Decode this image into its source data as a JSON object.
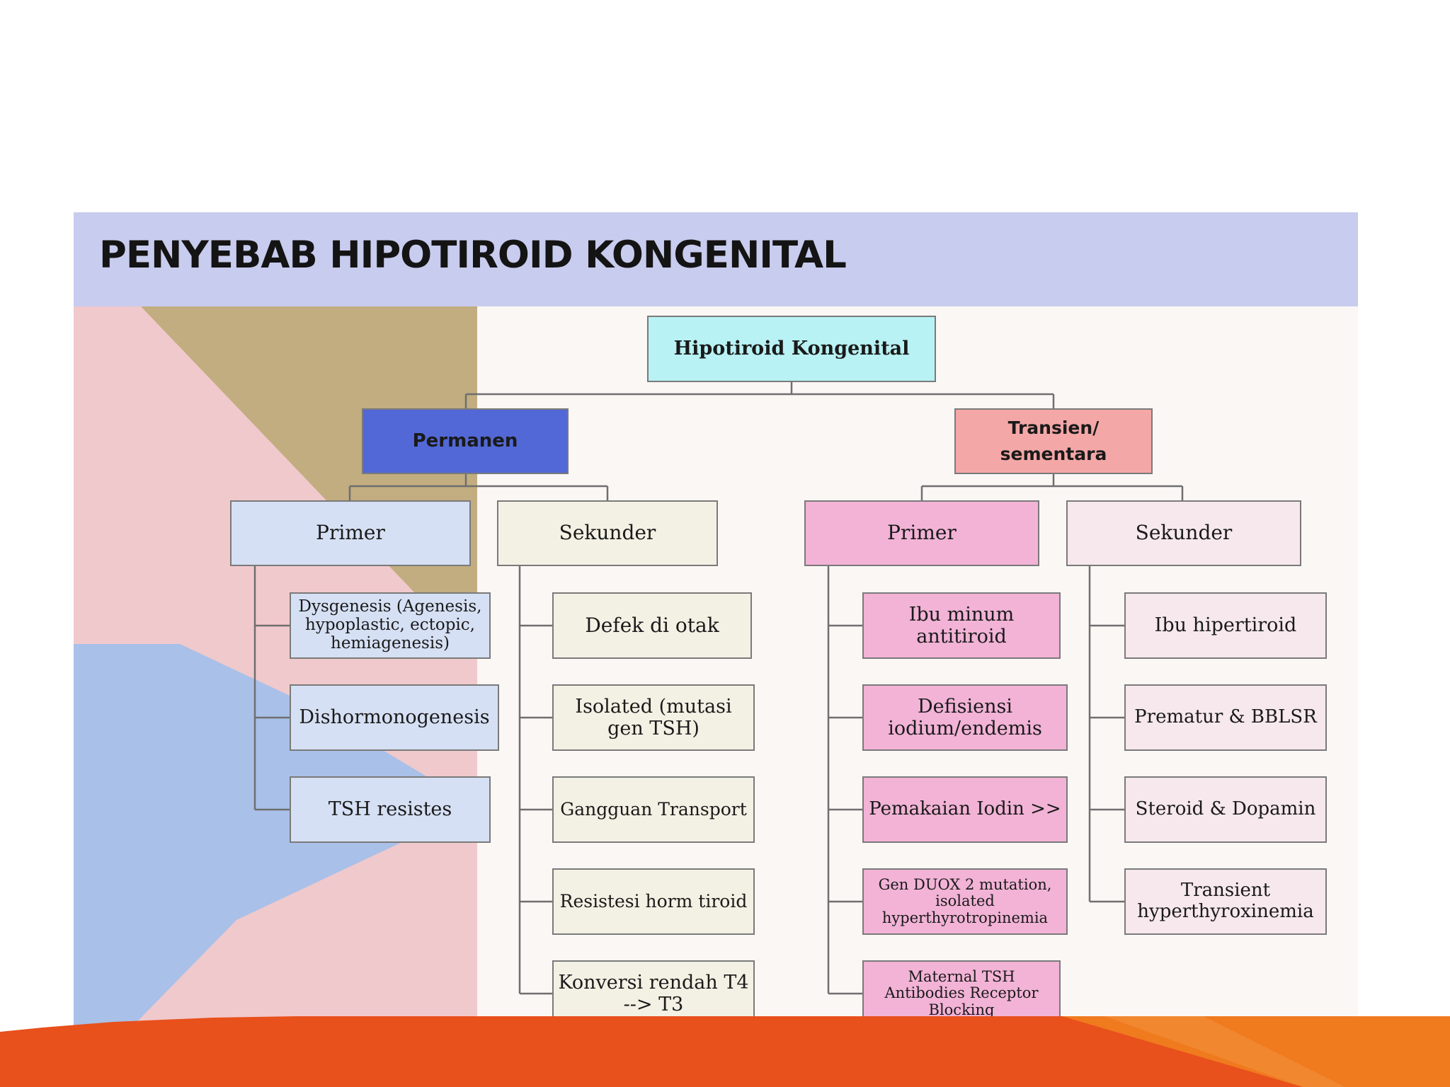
{
  "slide": {
    "title": "PENYEBAB HIPOTIROID KONGENITAL"
  },
  "colors": {
    "title_band": "#c8ccee",
    "root_fill": "#b8f2f4",
    "permanen_fill": "#5268d6",
    "transien_fill": "#f4a7a7",
    "perm_primer_fill": "#d6e0f4",
    "perm_sekunder_fill": "#f3f1e4",
    "trans_primer_fill": "#f2b3d6",
    "trans_sekunder_fill": "#f6e8ec",
    "accent_orange": "#e8501c"
  },
  "diagram": {
    "root": "Hipotiroid Kongenital",
    "permanen": {
      "label": "Permanen",
      "primer": {
        "label": "Primer",
        "items": [
          "Dysgenesis (Agenesis, hypoplastic, ectopic, hemiagenesis)",
          "Dishormonogenesis",
          "TSH resistes"
        ]
      },
      "sekunder": {
        "label": "Sekunder",
        "items": [
          "Defek di otak",
          "Isolated (mutasi gen TSH)",
          "Gangguan Transport",
          "Resistesi horm tiroid",
          "Konversi rendah T4 --> T3"
        ]
      }
    },
    "transien": {
      "label": "Transien/ sementara",
      "primer": {
        "label": "Primer",
        "items": [
          "Ibu minum antitiroid",
          "Defisiensi iodium/endemis",
          "Pemakaian Iodin >>",
          "Gen DUOX 2 mutation, isolated hyperthyrotropinemia",
          "Maternal TSH Antibodies Receptor Blocking"
        ]
      },
      "sekunder": {
        "label": "Sekunder",
        "items": [
          "Ibu hipertiroid",
          "Prematur & BBLSR",
          "Steroid & Dopamin",
          "Transient hyperthyroxinemia"
        ]
      }
    }
  }
}
